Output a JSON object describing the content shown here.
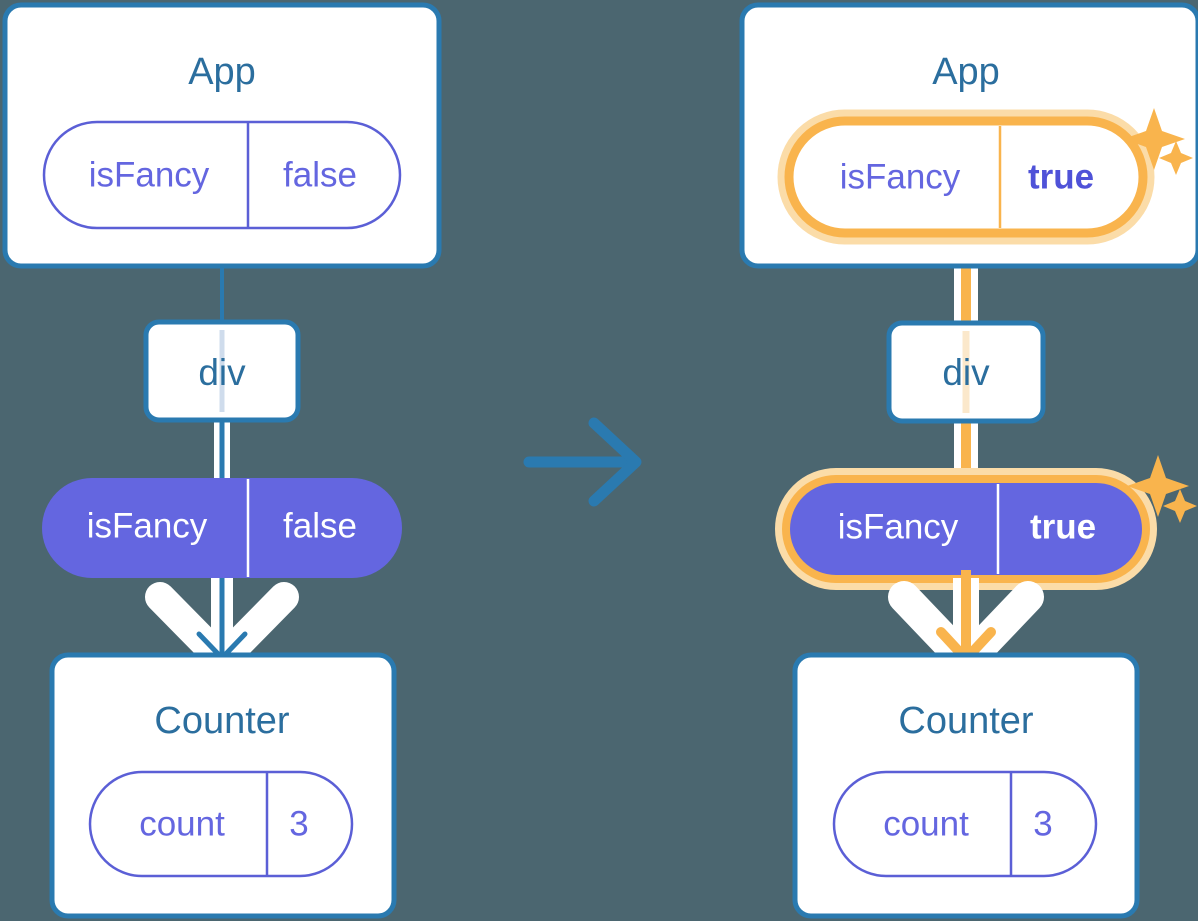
{
  "meta": {
    "background_color": "#4b6670",
    "blue": "#2a7ab0",
    "blue_text": "#2b6e9e",
    "purple_line": "#5b5fd6",
    "purple_fill": "#6466e0",
    "orange": "#f9b44d",
    "orange_soft": "#fbdca8",
    "white": "#ffffff"
  },
  "arrow_between": {
    "name": "transition-arrow",
    "color": "#2a7ab0",
    "direction": "right"
  },
  "panels": [
    {
      "id": "before",
      "app": {
        "title": "App",
        "state": {
          "key": "isFancy",
          "value": "false",
          "style": "outline",
          "highlighted": false,
          "value_bold": false
        }
      },
      "div": {
        "label": "div"
      },
      "prop_pill": {
        "key": "isFancy",
        "value": "false",
        "style": "filled",
        "highlighted": false,
        "value_bold": false
      },
      "counter": {
        "title": "Counter",
        "state": {
          "key": "count",
          "value": "3",
          "style": "outline",
          "highlighted": false,
          "value_bold": false
        }
      },
      "connector_color": "#2a7ab0",
      "sparkles": []
    },
    {
      "id": "after",
      "app": {
        "title": "App",
        "state": {
          "key": "isFancy",
          "value": "true",
          "style": "outline",
          "highlighted": true,
          "value_bold": true
        }
      },
      "div": {
        "label": "div"
      },
      "prop_pill": {
        "key": "isFancy",
        "value": "true",
        "style": "filled",
        "highlighted": true,
        "value_bold": true
      },
      "counter": {
        "title": "Counter",
        "state": {
          "key": "count",
          "value": "3",
          "style": "outline",
          "highlighted": false,
          "value_bold": false
        }
      },
      "connector_color": "#f9b44d",
      "sparkles": [
        "sparkle-top",
        "sparkle-bottom"
      ]
    }
  ]
}
